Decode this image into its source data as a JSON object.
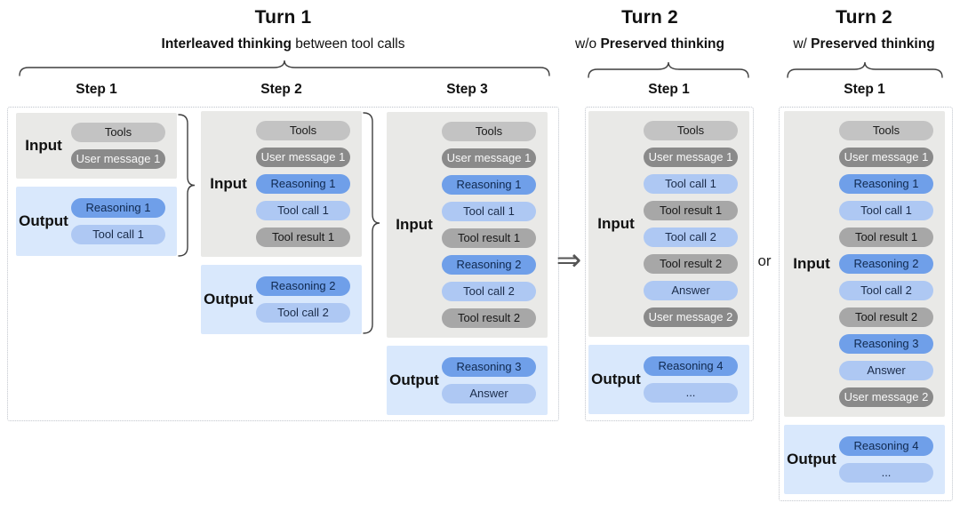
{
  "palette": {
    "page_bg": "#ffffff",
    "text_color": "#111111",
    "input_box_bg": "#e9e9e7",
    "output_box_bg": "#d9e8fc",
    "pill_gray_bg": "#c3c3c3",
    "pill_gray_text": "#1a1a1a",
    "pill_darkgray_bg": "#8a8a8a",
    "pill_darkgray_text": "#f8f8f8",
    "pill_midgray_bg": "#a7a7a7",
    "pill_midgray_text": "#171717",
    "pill_blue_bg": "#6f9fe9",
    "pill_blue_text": "#10294f",
    "pill_lightblue_bg": "#aec8f3",
    "pill_lightblue_text": "#1b2c4a",
    "dotted_border": "#bfc4cb",
    "brace_color": "#3f3f3f",
    "connector_color": "#555555"
  },
  "labels": {
    "input": "Input",
    "output": "Output"
  },
  "connectors": {
    "arrow": "⇒",
    "or": "or"
  },
  "turn1": {
    "title": "Turn 1",
    "subtitle_bold": "Interleaved thinking",
    "subtitle_rest": " between tool calls",
    "steps": [
      {
        "label": "Step 1",
        "input_pills": [
          {
            "label": "Tools",
            "type": "gray"
          },
          {
            "label": "User message 1",
            "type": "darkgray"
          }
        ],
        "output_pills": [
          {
            "label": "Reasoning 1",
            "type": "blue"
          },
          {
            "label": "Tool call 1",
            "type": "lightblue"
          }
        ]
      },
      {
        "label": "Step 2",
        "input_pills": [
          {
            "label": "Tools",
            "type": "gray"
          },
          {
            "label": "User message 1",
            "type": "darkgray"
          },
          {
            "label": "Reasoning 1",
            "type": "blue"
          },
          {
            "label": "Tool call 1",
            "type": "lightblue"
          },
          {
            "label": "Tool result 1",
            "type": "midgray"
          }
        ],
        "output_pills": [
          {
            "label": "Reasoning 2",
            "type": "blue"
          },
          {
            "label": "Tool call 2",
            "type": "lightblue"
          }
        ]
      },
      {
        "label": "Step 3",
        "input_pills": [
          {
            "label": "Tools",
            "type": "gray"
          },
          {
            "label": "User message 1",
            "type": "darkgray"
          },
          {
            "label": "Reasoning 1",
            "type": "blue"
          },
          {
            "label": "Tool call 1",
            "type": "lightblue"
          },
          {
            "label": "Tool result 1",
            "type": "midgray"
          },
          {
            "label": "Reasoning 2",
            "type": "blue"
          },
          {
            "label": "Tool call 2",
            "type": "lightblue"
          },
          {
            "label": "Tool result 2",
            "type": "midgray"
          }
        ],
        "output_pills": [
          {
            "label": "Reasoning 3",
            "type": "blue"
          },
          {
            "label": "Answer",
            "type": "lightblue"
          }
        ]
      }
    ]
  },
  "turn2_without": {
    "title": "Turn 2",
    "subtitle_prefix": "w/o ",
    "subtitle_bold": "Preserved thinking",
    "step": {
      "label": "Step 1",
      "input_pills": [
        {
          "label": "Tools",
          "type": "gray"
        },
        {
          "label": "User message 1",
          "type": "darkgray"
        },
        {
          "label": "Tool call 1",
          "type": "lightblue"
        },
        {
          "label": "Tool result 1",
          "type": "midgray"
        },
        {
          "label": "Tool call 2",
          "type": "lightblue"
        },
        {
          "label": "Tool result 2",
          "type": "midgray"
        },
        {
          "label": "Answer",
          "type": "lightblue"
        },
        {
          "label": "User message 2",
          "type": "darkgray"
        }
      ],
      "output_pills": [
        {
          "label": "Reasoning 4",
          "type": "blue"
        },
        {
          "label": "...",
          "type": "lightblue"
        }
      ]
    }
  },
  "turn2_with": {
    "title": "Turn 2",
    "subtitle_prefix": "w/ ",
    "subtitle_bold": "Preserved thinking",
    "step": {
      "label": "Step 1",
      "input_pills": [
        {
          "label": "Tools",
          "type": "gray"
        },
        {
          "label": "User message 1",
          "type": "darkgray"
        },
        {
          "label": "Reasoning 1",
          "type": "blue"
        },
        {
          "label": "Tool call 1",
          "type": "lightblue"
        },
        {
          "label": "Tool result 1",
          "type": "midgray"
        },
        {
          "label": "Reasoning 2",
          "type": "blue"
        },
        {
          "label": "Tool call 2",
          "type": "lightblue"
        },
        {
          "label": "Tool result 2",
          "type": "midgray"
        },
        {
          "label": "Reasoning 3",
          "type": "blue"
        },
        {
          "label": "Answer",
          "type": "lightblue"
        },
        {
          "label": "User message 2",
          "type": "darkgray"
        }
      ],
      "output_pills": [
        {
          "label": "Reasoning 4",
          "type": "blue"
        },
        {
          "label": "...",
          "type": "lightblue"
        }
      ]
    }
  }
}
